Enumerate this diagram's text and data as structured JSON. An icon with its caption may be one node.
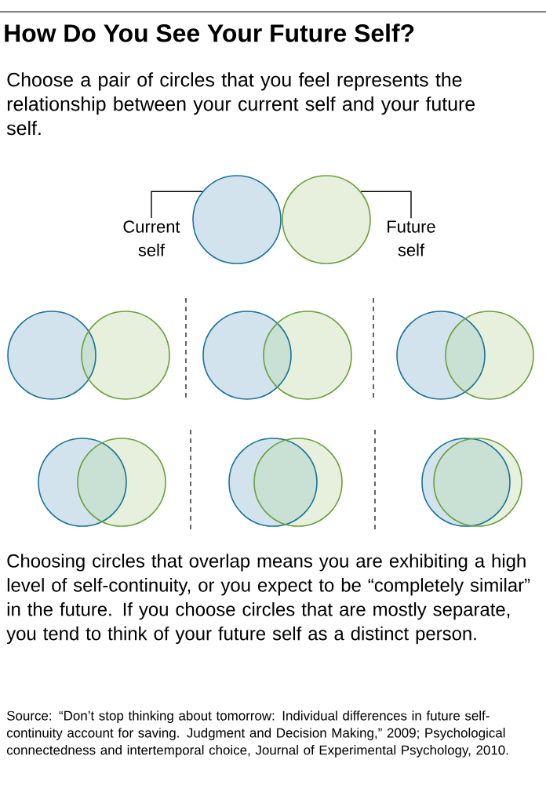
{
  "diagram": {
    "title": "How Do You See Your Future Self?",
    "nodes": [
      {
        "text": [
          "Current self"
        ]
      },
      {
        "text": [],
        "shape": "circle"
      },
      {
        "text": [],
        "shape": "circle"
      },
      {
        "text": [
          "Future self"
        ]
      },
      {
        "text": [],
        "shape": "circle"
      },
      {
        "text": [],
        "shape": "circle"
      },
      {
        "text": [],
        "shape": "circle"
      },
      {
        "text": [],
        "shape": "circle"
      },
      {
        "text": [],
        "shape": "circle"
      },
      {
        "text": [],
        "shape": "circle"
      },
      {
        "text": [],
        "shape": "circle"
      },
      {
        "text": [],
        "shape": "circle"
      },
      {
        "text": [],
        "shape": "circle"
      },
      {
        "text": [],
        "shape": "circle"
      },
      {
        "text": [],
        "shape": "circle"
      },
      {
        "text": [],
        "shape": "circle"
      }
    ],
    "edges": [
      {
        "from": 0,
        "to": 1,
        "arrow": "none"
      },
      {
        "from": 3,
        "to": 2,
        "arrow": "none"
      }
    ],
    "labels": [
      "Choose a pair of circles that you feel represents the relationship between your current self and your future self.",
      "Choosing circles that overlap means you are exhibiting a high level of self-continuity, or you expect to be “completely similar” in the future. If you choose circles that are mostly separate, you tend to think of your future self as a distinct person.",
      "Source: “Don’t stop thinking about tomorrow: Individual differences in future self-continuity account for saving. Judgment and Decision Making,” 2009;  Psychological connectedness and intertemporal choice, Journal of Experimental Psychology, 2010."
    ]
  }
}
